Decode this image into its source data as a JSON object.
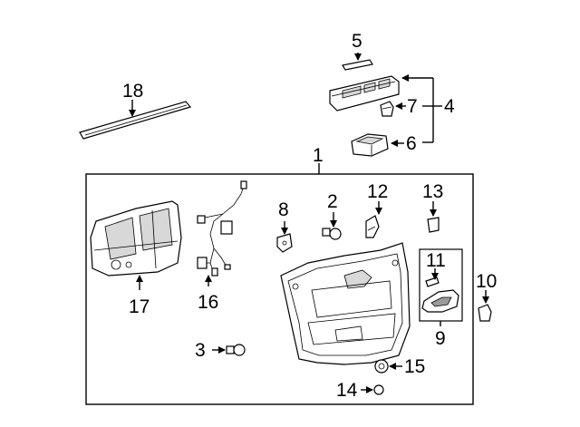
{
  "callouts": {
    "c1": "1",
    "c2": "2",
    "c3": "3",
    "c4": "4",
    "c5": "5",
    "c6": "6",
    "c7": "7",
    "c8": "8",
    "c9": "9",
    "c10": "10",
    "c11": "11",
    "c12": "12",
    "c13": "13",
    "c14": "14",
    "c15": "15",
    "c16": "16",
    "c17": "17",
    "c18": "18"
  },
  "colors": {
    "line": "#000000",
    "fill": "#ffffff",
    "shade": "#d8d8d8"
  },
  "icons": [
    "arrow-head-icon"
  ]
}
